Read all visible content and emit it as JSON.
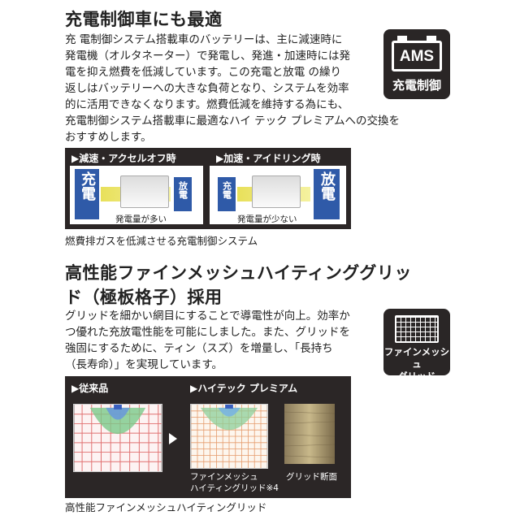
{
  "section1": {
    "title": "充電制御車にも最適",
    "lines": [
      "充 電制御システム搭載車のバッテリーは、主に減速時に",
      "発電機（オルタネーター）で発電し、発進・加速時には発",
      "電を抑え燃費を低減しています。この充電と放電 の繰り",
      "返しはバッテリーへの大きな負荷となり、システムを効率",
      "的に活用できなくなります。燃費低減を維持する為にも、",
      "充電制御システム搭載車に最適なハイ テック プレミアムへの交換を",
      "おすすめします。"
    ],
    "badge": {
      "top": "AMS",
      "bottom": "充電制御"
    },
    "diagram": {
      "left_heading": "▶減速・アクセルオフ時",
      "right_heading": "▶加速・アイドリング時",
      "charge": "充電",
      "discharge": "放電",
      "left_note": "発電量が多い",
      "right_note": "発電量が少ない"
    },
    "caption": "燃費排ガスを低減させる充電制御システム"
  },
  "section2": {
    "title_line1": "高性能ファインメッシュハイティンググリッ",
    "title_line2": "ド（極板格子）採用",
    "lines": [
      "グリッドを細かい網目にすることで導電性が向上。効率か",
      "つ優れた充放電性能を可能にしました。また、グリッドを",
      "強固にするために、ティン（スズ）を増量し、「長持ち",
      "（長寿命）」を実現しています。"
    ],
    "badge": {
      "line1": "ファインメッシュ",
      "line2": "グリッド"
    },
    "diagram": {
      "left_heading": "▶従来品",
      "right_heading": "▶ハイテック プレミアム",
      "fine_label_1": "ファインメッシュ",
      "fine_label_2": "ハイティングリッド※4",
      "section_label": "グリッド断面"
    },
    "caption": "高性能ファインメッシュハイティングリッド"
  }
}
